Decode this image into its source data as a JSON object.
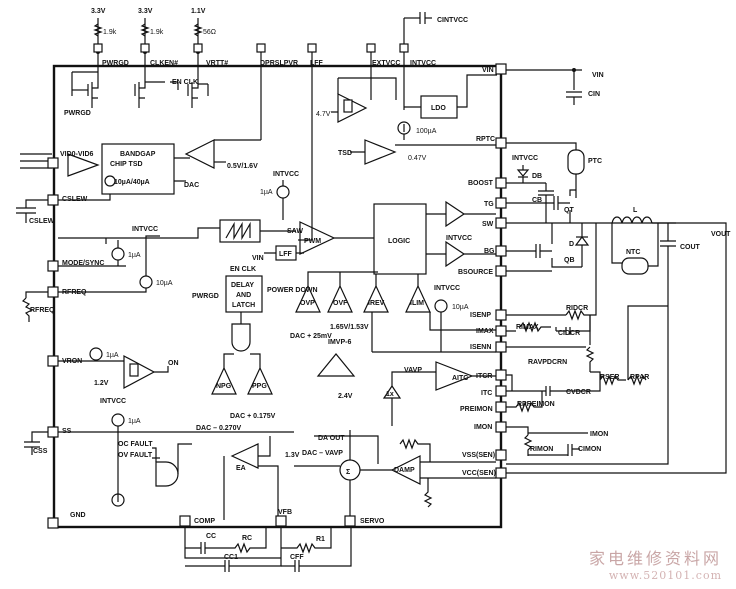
{
  "supplies": {
    "v1": "3.3V",
    "v2": "3.3V",
    "v3": "1.1V",
    "r1": "1.9k",
    "r2": "1.9k",
    "r3": "56Ω"
  },
  "left_pins": {
    "vid": "VID0-VID6",
    "cslew": "CSLEW",
    "mode": "MODE/SYNC",
    "rfreq": "RFREQ",
    "vron": "VRON",
    "ss": "SS",
    "gnd": "GND",
    "cslew_cap": "CSLEW",
    "rfreq_res": "RFREQ",
    "css": "CSS"
  },
  "top_pins": {
    "pwrgd": "PWRGD",
    "clken": "CLKEN#",
    "vrtt": "VRTT#",
    "dprslpvr": "DPRSLPVR",
    "lff": "LFF",
    "extv": "EXTVCC",
    "intv": "INTVCC",
    "cintvcc": "CINTVCC"
  },
  "right_pins": {
    "vin": "VIN",
    "rptc": "RPTC",
    "boost": "BOOST",
    "tg": "TG",
    "sw": "SW",
    "bg": "BG",
    "bsource": "BSOURCE",
    "isenp": "ISENP",
    "imax": "IMAX",
    "isenn": "ISENN",
    "itcr": "ITCR",
    "itc": "ITC",
    "preimon": "PREIMON",
    "imon": "IMON",
    "vsssen": "VSS(SEN)",
    "vccsen": "VCC(SEN)"
  },
  "bottom_pins": {
    "comp": "COMP",
    "vfb": "VFB",
    "servo": "SERVO"
  },
  "internal": {
    "pwrgd_out": "PWRGD",
    "en_clk": "EN CLK",
    "bandgap1": "BANDGAP",
    "bandgap2": "CHIP TSD",
    "bandgap3": "10µA/40µA",
    "dac": "DAC",
    "ref1": "0.5V/1.6V",
    "intvcc": "INTVCC",
    "i1": "1µA",
    "tsd": "TSD",
    "ref2": "0.47V",
    "vref47": "4.7V",
    "ldo": "LDO",
    "i100": "100µA",
    "saw": "SAW",
    "pwm": "PWM",
    "lff": "LFF",
    "vin": "VIN",
    "logic": "LOGIC",
    "i1b": "1µA",
    "i10": "10µA",
    "en_clk2": "EN CLK",
    "delay1": "DELAY",
    "delay2": "AND",
    "delay3": "LATCH",
    "pwrgd2": "PWRGD",
    "powerdown": "POWER DOWN",
    "ovp": "OVP",
    "ovf": "OVF",
    "irev": "IREV",
    "ilim": "ILIM",
    "dac25": "DAC + 25mV",
    "ref165": "1.65V/1.53V",
    "imvp6": "IMVP-6",
    "npg": "NPG",
    "ppg": "PPG",
    "dac175": "DAC + 0.175V",
    "dac270": "DAC – 0.270V",
    "vron_ref": "1.2V",
    "vron_i": "1µA",
    "on": "ON",
    "intvcc3": "INTVCC",
    "i1c": "1µA",
    "ref24": "2.4V",
    "buf1x": "1x",
    "vavp": "VAVP",
    "aitc": "AITC",
    "oc_fault": "OC FAULT",
    "ov_fault": "OV FAULT",
    "ea": "EA",
    "v13": "1.3V",
    "dac_vavp": "DAC – VAVP",
    "damp": "DAMP",
    "da_out": "DA OUT",
    "sigma": "Σ",
    "intvcc4": "INTVCC",
    "intvcc5": "INTVCC",
    "intvcc6": "INTVCC",
    "intvcc7": "INTVCC"
  },
  "external": {
    "vin": "VIN",
    "cin": "CIN",
    "ptc": "PTC",
    "db": "DB",
    "cb": "CB",
    "qt": "QT",
    "l": "L",
    "vout": "VOUT",
    "d": "D",
    "qb": "QB",
    "ntc": "NTC",
    "cout": "COUT",
    "ridcr": "RIDCR",
    "cidcr": "CIDCR",
    "rimax": "RIMAX",
    "ravpdcrn": "RAVPDCRN",
    "rser": "RSER",
    "rpar": "RPAR",
    "cvdcr": "CVDCR",
    "rpreimon": "RPREIMON",
    "imon": "IMON",
    "rimon": "RIMON",
    "cimon": "CIMON",
    "cc": "CC",
    "rc": "RC",
    "cc1": "CC1",
    "cff": "CFF",
    "r1": "R1"
  },
  "watermark": {
    "line1": "家电维修资料网",
    "line2": "www.520101.com"
  }
}
